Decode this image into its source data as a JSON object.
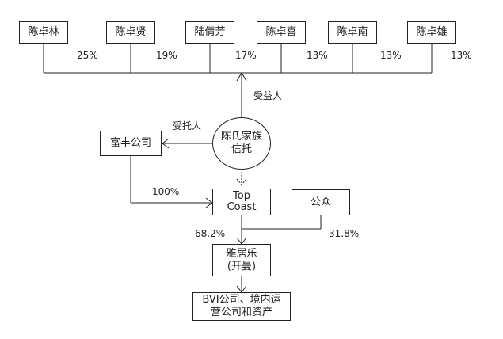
{
  "beneficiaries": [
    {
      "name": "陈卓林",
      "share": "25%"
    },
    {
      "name": "陈卓贤",
      "share": "19%"
    },
    {
      "name": "陆倩芳",
      "share": "17%"
    },
    {
      "name": "陈卓喜",
      "share": "13%"
    },
    {
      "name": "陈卓南",
      "share": "13%"
    },
    {
      "name": "陈卓雄",
      "share": "13%"
    }
  ],
  "beneficiary_label": "受益人",
  "trust": {
    "line1": "陈氏家族",
    "line2": "信托"
  },
  "trustee_label": "受托人",
  "trustee": "富丰公司",
  "trustee_share": "100%",
  "top_coast": {
    "line1": "Top",
    "line2": "Coast"
  },
  "public": "公众",
  "top_coast_share": "68.2%",
  "public_share": "31.8%",
  "company": {
    "line1": "雅居乐",
    "line2": "(开曼)"
  },
  "subsidiaries": {
    "line1": "BVI公司、境内运",
    "line2": "营公司和资产"
  }
}
